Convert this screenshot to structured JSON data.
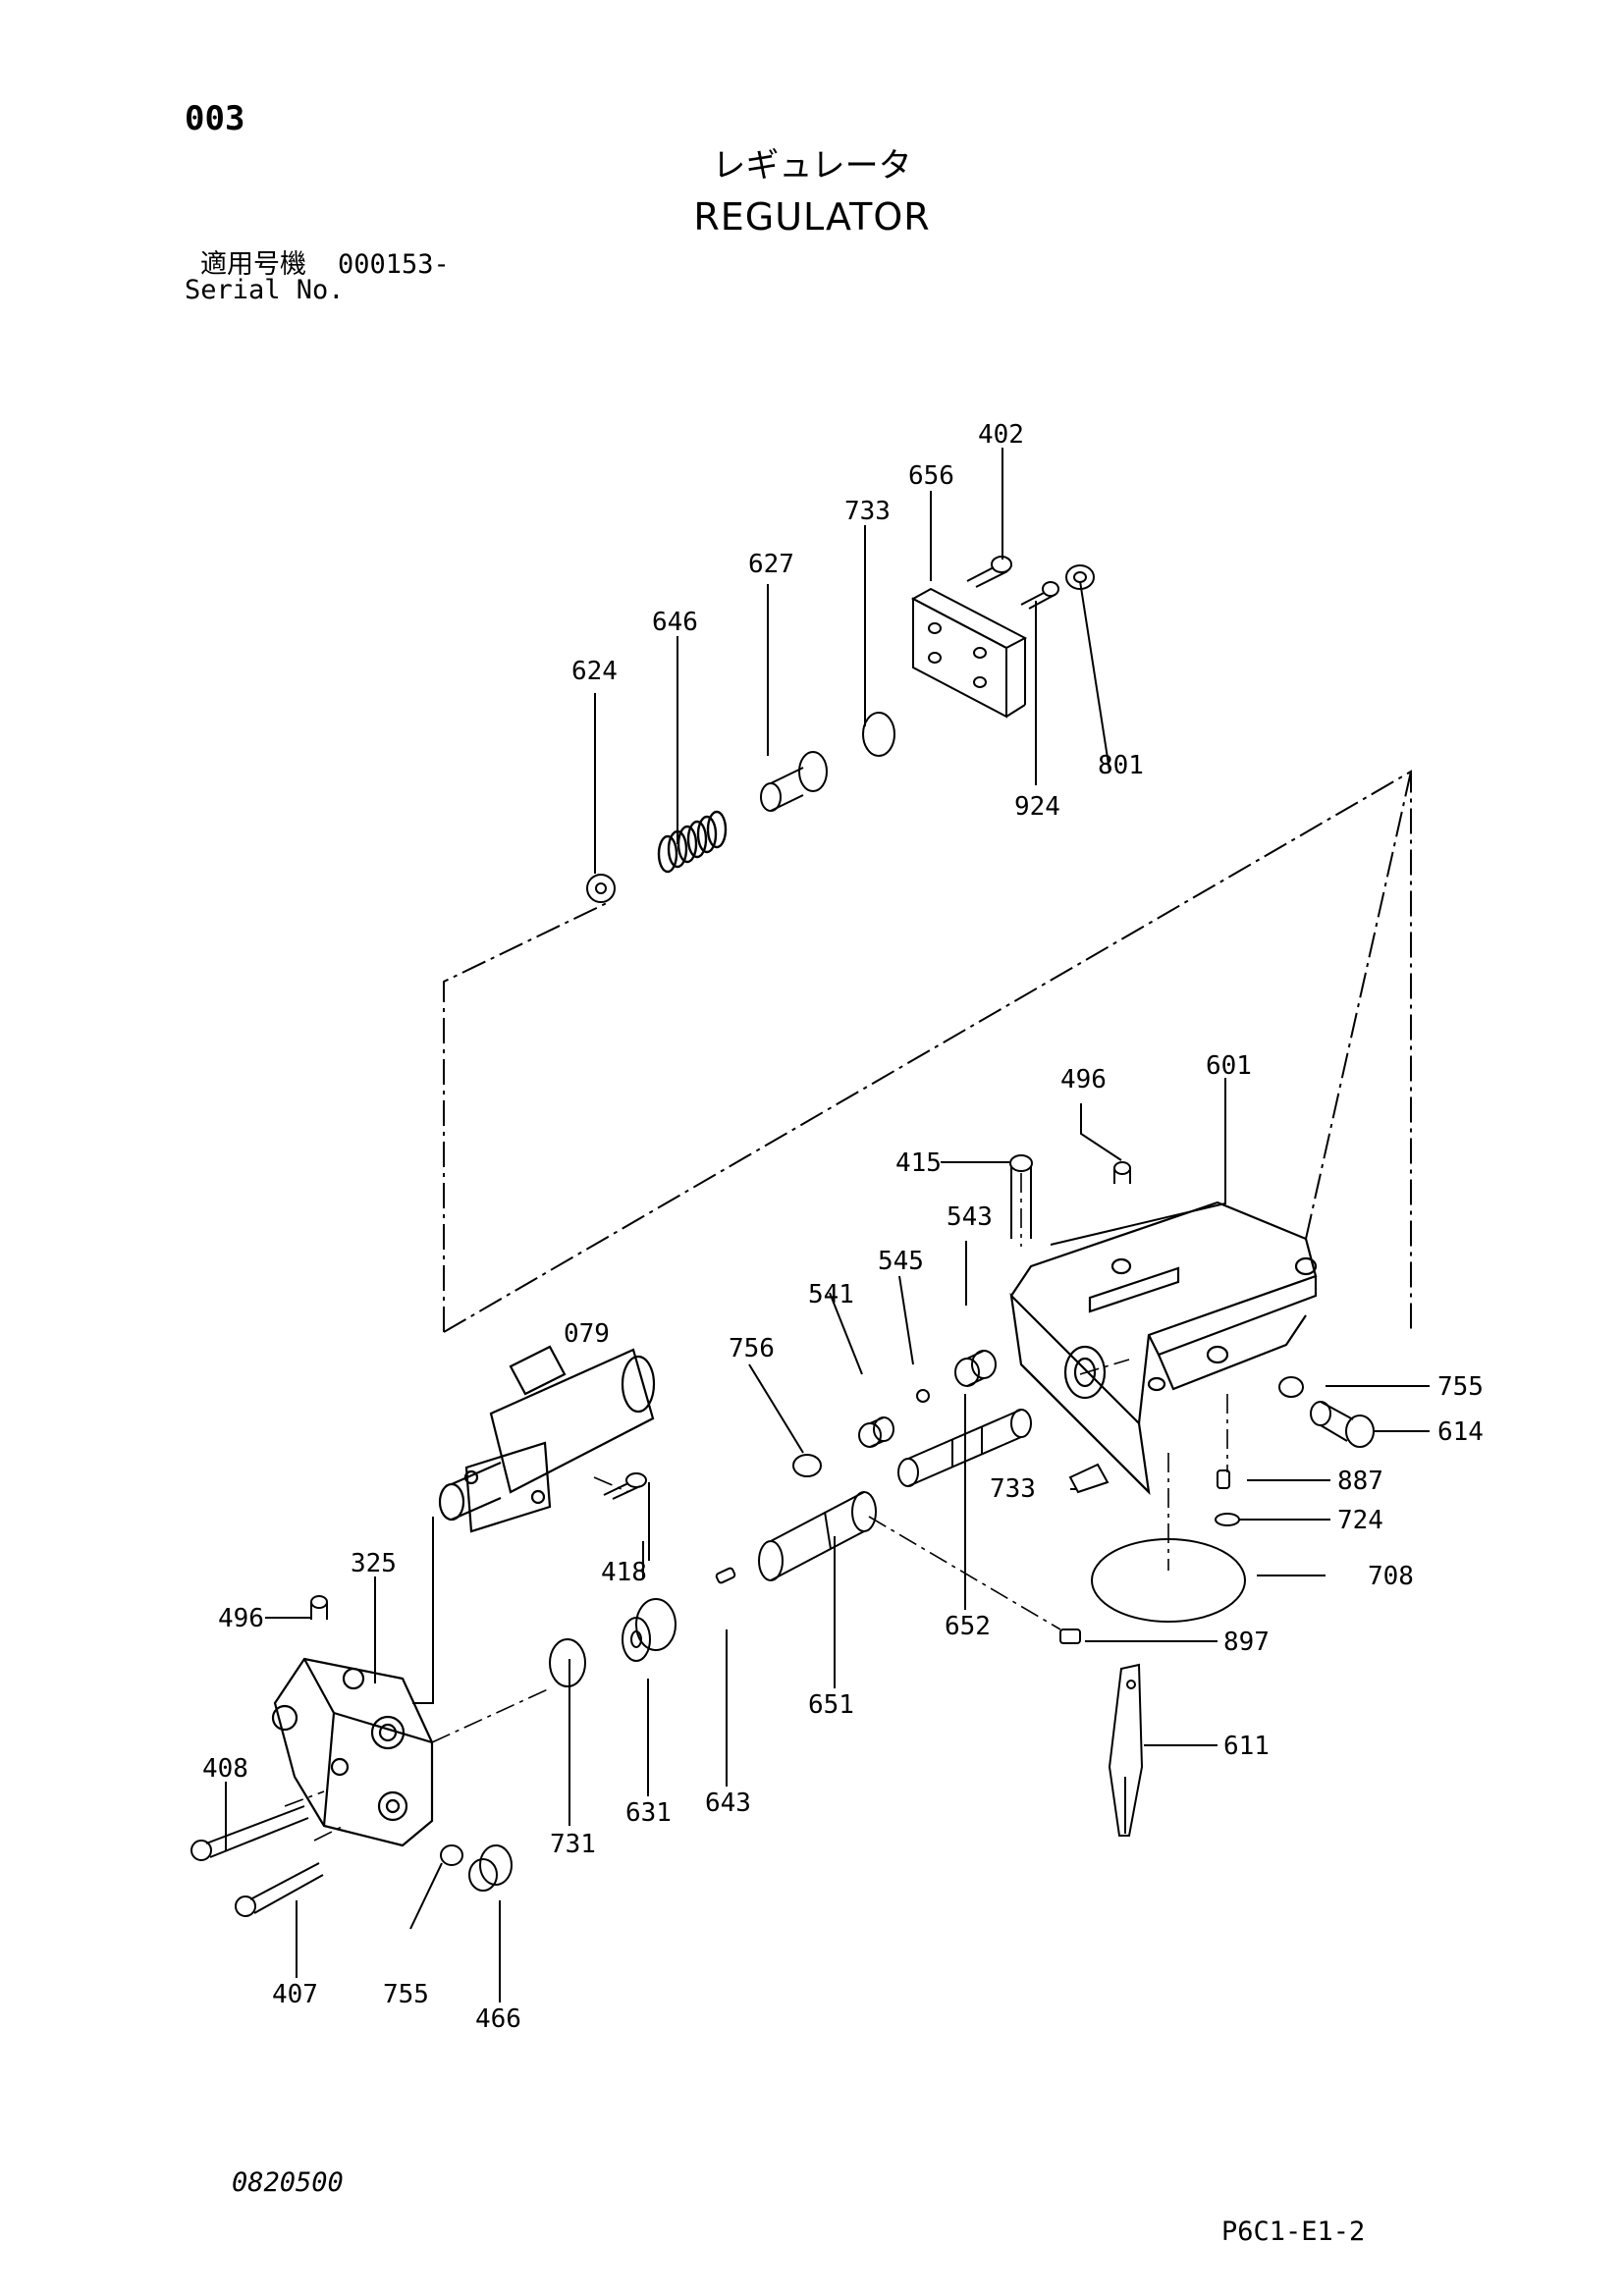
{
  "header": {
    "page_code": "003",
    "title_jp": "レギュレータ",
    "title_en": "REGULATOR",
    "serial_label_jp": "適用号機",
    "serial_range": "000153-",
    "serial_label_en": "Serial No."
  },
  "footer": {
    "doc_number": "0820500",
    "figure_code": "P6C1-E1-2"
  },
  "callouts": {
    "c402": "402",
    "c656": "656",
    "c733a": "733",
    "c627": "627",
    "c646": "646",
    "c624": "624",
    "c801": "801",
    "c924": "924",
    "c496a": "496",
    "c601": "601",
    "c415": "415",
    "c543": "543",
    "c545": "545",
    "c541": "541",
    "c756": "756",
    "c079": "079",
    "c755a": "755",
    "c614": "614",
    "c887": "887",
    "c724": "724",
    "c733b": "733",
    "c708": "708",
    "c418": "418",
    "c652": "652",
    "c897": "897",
    "c325": "325",
    "c496b": "496",
    "c651": "651",
    "c611": "611",
    "c408": "408",
    "c643": "643",
    "c631": "631",
    "c731": "731",
    "c755b": "755",
    "c407": "407",
    "c466": "466"
  }
}
